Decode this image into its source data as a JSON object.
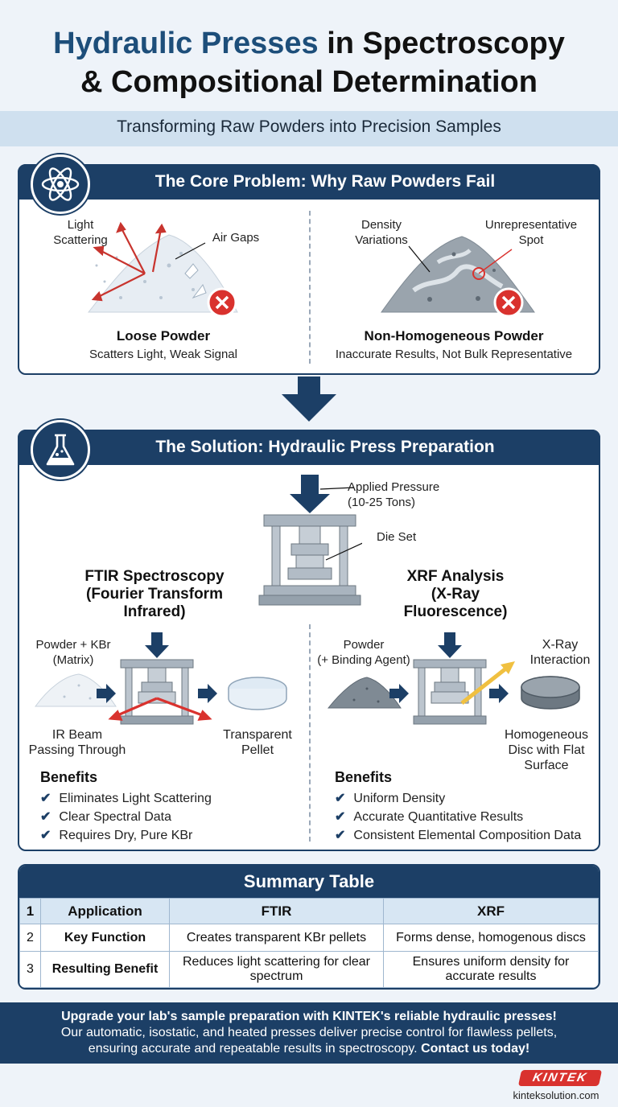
{
  "header": {
    "title_highlight": "Hydraulic Presses",
    "title_rest1": " in Spectroscopy",
    "title_line2": "& Compositional Determination",
    "subtitle": "Transforming Raw Powders into Precision Samples"
  },
  "problem": {
    "heading": "The Core Problem: Why Raw Powders Fail",
    "left": {
      "label_light": "Light\nScattering",
      "label_gaps": "Air Gaps",
      "caption_title": "Loose Powder",
      "caption_text": "Scatters Light, Weak Signal"
    },
    "right": {
      "label_density": "Density\nVariations",
      "label_spot": "Unrepresentative\nSpot",
      "caption_title": "Non-Homogeneous Powder",
      "caption_text": "Inaccurate Results, Not Bulk Representative"
    }
  },
  "solution": {
    "heading": "The Solution: Hydraulic Press Preparation",
    "pressure_label": "Applied Pressure\n(10-25 Tons)",
    "die_label": "Die Set",
    "ftir": {
      "title": "FTIR Spectroscopy\n(Fourier Transform\nInfrared)",
      "input_label": "Powder + KBr\n(Matrix)",
      "beam_label": "IR Beam\nPassing Through",
      "output_label": "Transparent\nPellet",
      "benefits_title": "Benefits",
      "benefits": [
        "Eliminates Light Scattering",
        "Clear Spectral Data",
        "Requires Dry, Pure KBr"
      ]
    },
    "xrf": {
      "title": "XRF Analysis\n(X-Ray\nFluorescence)",
      "input_label": "Powder\n(+ Binding Agent)",
      "xray_label": "X-Ray\nInteraction",
      "output_label": "Homogeneous\nDisc with Flat\nSurface",
      "benefits_title": "Benefits",
      "benefits": [
        "Uniform Density",
        "Accurate Quantitative Results",
        "Consistent Elemental Composition Data"
      ]
    }
  },
  "summary": {
    "heading": "Summary Table",
    "rows": [
      [
        "1",
        "Application",
        "FTIR",
        "XRF"
      ],
      [
        "2",
        "Key Function",
        "Creates transparent KBr pellets",
        "Forms dense, homogenous discs"
      ],
      [
        "3",
        "Resulting Benefit",
        "Reduces light scattering for clear spectrum",
        "Ensures uniform density for accurate results"
      ]
    ]
  },
  "cta": {
    "line1": "Upgrade your lab's sample preparation with KINTEK's reliable hydraulic presses!",
    "line2": "Our automatic, isostatic, and heated presses deliver precise control for flawless pellets,",
    "line3": "ensuring accurate and repeatable results in spectroscopy.",
    "contact": "Contact us today!"
  },
  "footer": {
    "logo": "KINTEK",
    "site": "kinteksolution.com"
  },
  "colors": {
    "navy": "#1c3f66",
    "accent_red": "#d9322e",
    "accent_yellow": "#f0c040"
  }
}
